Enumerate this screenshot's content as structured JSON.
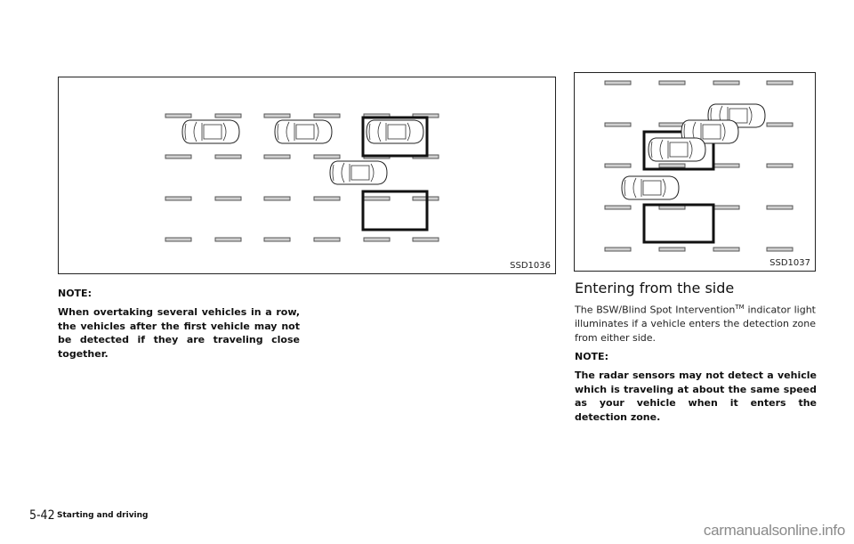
{
  "figures": [
    {
      "id": "fig1",
      "label": "SSD1036",
      "description": "Overtaking several vehicles in a row; detection zones behind own vehicle"
    },
    {
      "id": "fig2",
      "label": "SSD1037",
      "description": "Vehicle entering detection zone from the side"
    }
  ],
  "left_column": {
    "note_heading": "NOTE:",
    "note_text": "When overtaking several vehicles in a row, the vehicles after the first vehicle may not be detected if they are traveling close together."
  },
  "right_column": {
    "section_title": "Entering from the side",
    "paragraph_before_tm": "The BSW/Blind Spot Intervention",
    "trademark": "TM",
    "paragraph_after_tm": " indicator light illuminates if a vehicle enters the detection zone from either side.",
    "note_heading": "NOTE:",
    "note_text": "The radar sensors may not detect a vehicle which is traveling at about the same speed as your vehicle when it enters the detection zone."
  },
  "footer": {
    "page_number": "5-42",
    "section_name": "Starting and driving",
    "watermark": "carmanualsonline.info"
  }
}
